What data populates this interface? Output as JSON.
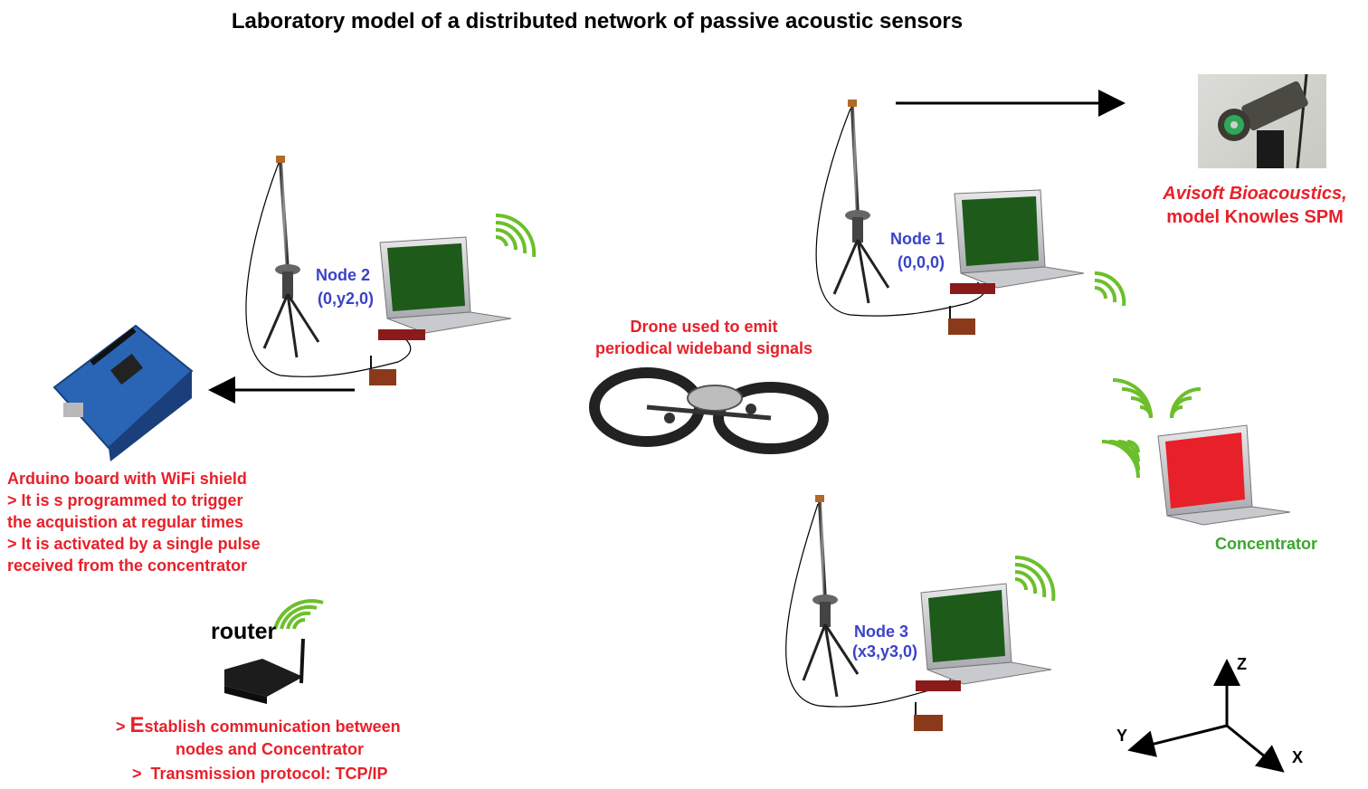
{
  "title": "Laboratory model of a distributed network of passive acoustic sensors",
  "nodes": [
    {
      "name": "Node 2",
      "coords": "(0,y2,0)"
    },
    {
      "name": "Node 1",
      "coords": "(0,0,0)"
    },
    {
      "name": "Node 3",
      "coords": "(x3,y3,0)"
    }
  ],
  "drone": {
    "line1": "Drone used to emit",
    "line2": "periodical wideband signals"
  },
  "microphone": {
    "brand": "Avisoft Bioacoustics,",
    "model": "model Knowles SPM"
  },
  "concentrator": {
    "label": "Concentrator"
  },
  "arduino": {
    "lines": [
      "Arduino board with WiFi shield",
      "> It is s programmed to trigger",
      "the acquistion at regular times",
      "> It is activated by a single pulse",
      "received from the concentrator"
    ]
  },
  "router": {
    "label": "router",
    "line1_prefix": "> ",
    "line1_initial": "E",
    "line1_rest": "stablish communication between",
    "line2": "nodes and Concentrator",
    "line3": ">  Transmission protocol: TCP/IP"
  },
  "axes": {
    "z": "Z",
    "y": "Y",
    "x": "X"
  },
  "colors": {
    "label_red": "#e8202a",
    "node_blue": "#3a43c8",
    "concentrator_green": "#3aa62f",
    "wifi_green": "#6cbf2a",
    "screen_green": "#1e5a1a",
    "screen_red": "#e8202a"
  }
}
